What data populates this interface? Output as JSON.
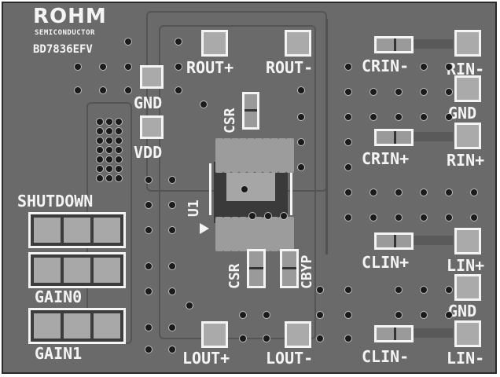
{
  "board": {
    "logo": "ROHM",
    "subtitle": "SEMICONDUCTOR",
    "part_number": "BD7836EFV",
    "colors": {
      "board": "#6a6a6a",
      "silkscreen": "#f4f4f4",
      "pad": "#aaaaaa",
      "via": "#1a1a1a"
    }
  },
  "labels": {
    "gnd_left": "GND",
    "vdd": "VDD",
    "rout_plus": "ROUT+",
    "rout_minus": "ROUT-",
    "lout_plus": "LOUT+",
    "lout_minus": "LOUT-",
    "csr_top": "CSR",
    "csr_bottom": "CSR",
    "cbyp": "CBYP",
    "u1": "U1",
    "shutdown": "SHUTDOWN",
    "gain0": "GAIN0",
    "gain1": "GAIN1",
    "crin_minus": "CRIN-",
    "crin_plus": "CRIN+",
    "clin_plus": "CLIN+",
    "clin_minus": "CLIN-",
    "rin_minus": "RIN-",
    "gnd_right_top": "GND",
    "rin_plus": "RIN+",
    "lin_plus": "LIN+",
    "gnd_right_bottom": "GND",
    "lin_minus": "LIN-"
  }
}
